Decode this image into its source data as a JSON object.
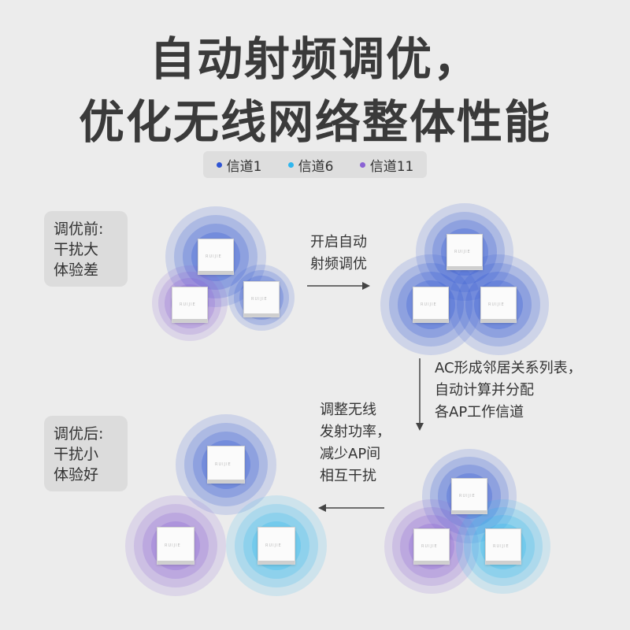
{
  "title": {
    "line1": "自动射频调优，",
    "line2": "优化无线网络整体性能"
  },
  "legend": [
    {
      "label": "信道1",
      "color": "#2f55d4"
    },
    {
      "label": "信道6",
      "color": "#2fb6ee"
    },
    {
      "label": "信道11",
      "color": "#8a62d4"
    }
  ],
  "before": {
    "line1": "调优前:",
    "line2": "干扰大",
    "line3": "体验差"
  },
  "after": {
    "line1": "调优后:",
    "line2": "干扰小",
    "line3": "体验好"
  },
  "steps": {
    "step1": {
      "line1": "开启自动",
      "line2": "射频调优"
    },
    "step2": {
      "line1": "AC形成邻居关系列表，",
      "line2": "自动计算并分配",
      "line3": "各AP工作信道"
    },
    "step3": {
      "line1": "调整无线",
      "line2": "发射功率，",
      "line3": "减少AP间",
      "line4": "相互干扰"
    }
  },
  "ap_logo": "RUIJIE",
  "icons": {
    "arrow_right": "arrow-right-icon",
    "arrow_down": "arrow-down-icon",
    "arrow_left": "arrow-left-icon"
  }
}
